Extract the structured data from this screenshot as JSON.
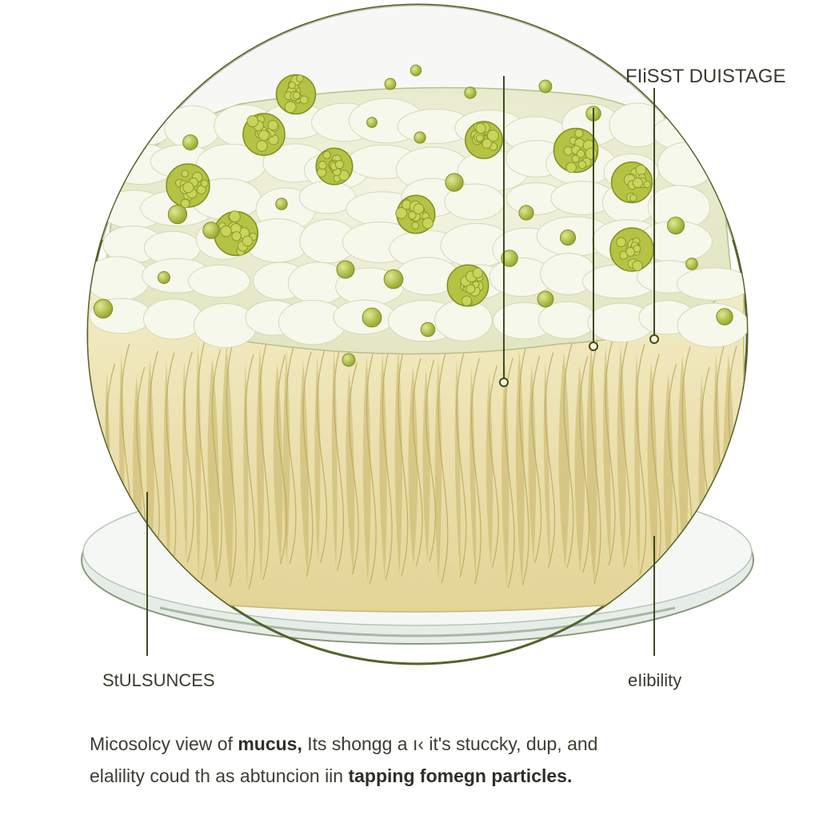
{
  "labels": {
    "top_right": "FIiSST DUISTAGE",
    "bottom_left": "StULSUNCES",
    "bottom_right": "eIibility"
  },
  "caption": {
    "line1_pre": "Micosolcy view of ",
    "line1_bold": "mucus,",
    "line1_post": "  Its shongg a ı‹ it's stuccky, dup, and",
    "line2_pre": "elalility coud th as  abtuncion iin ",
    "line2_bold": "tapping fomegn particles."
  },
  "colors": {
    "outline": "#5b6b2a",
    "surface": "#eef0d6",
    "strands": "#eadfa6",
    "particle": "#a8b83a",
    "dish_glass": "#e4ece6"
  },
  "icons": [
    "petri-dish",
    "mucus-layer",
    "foreign-particle-cluster",
    "droplet",
    "leader-line"
  ]
}
